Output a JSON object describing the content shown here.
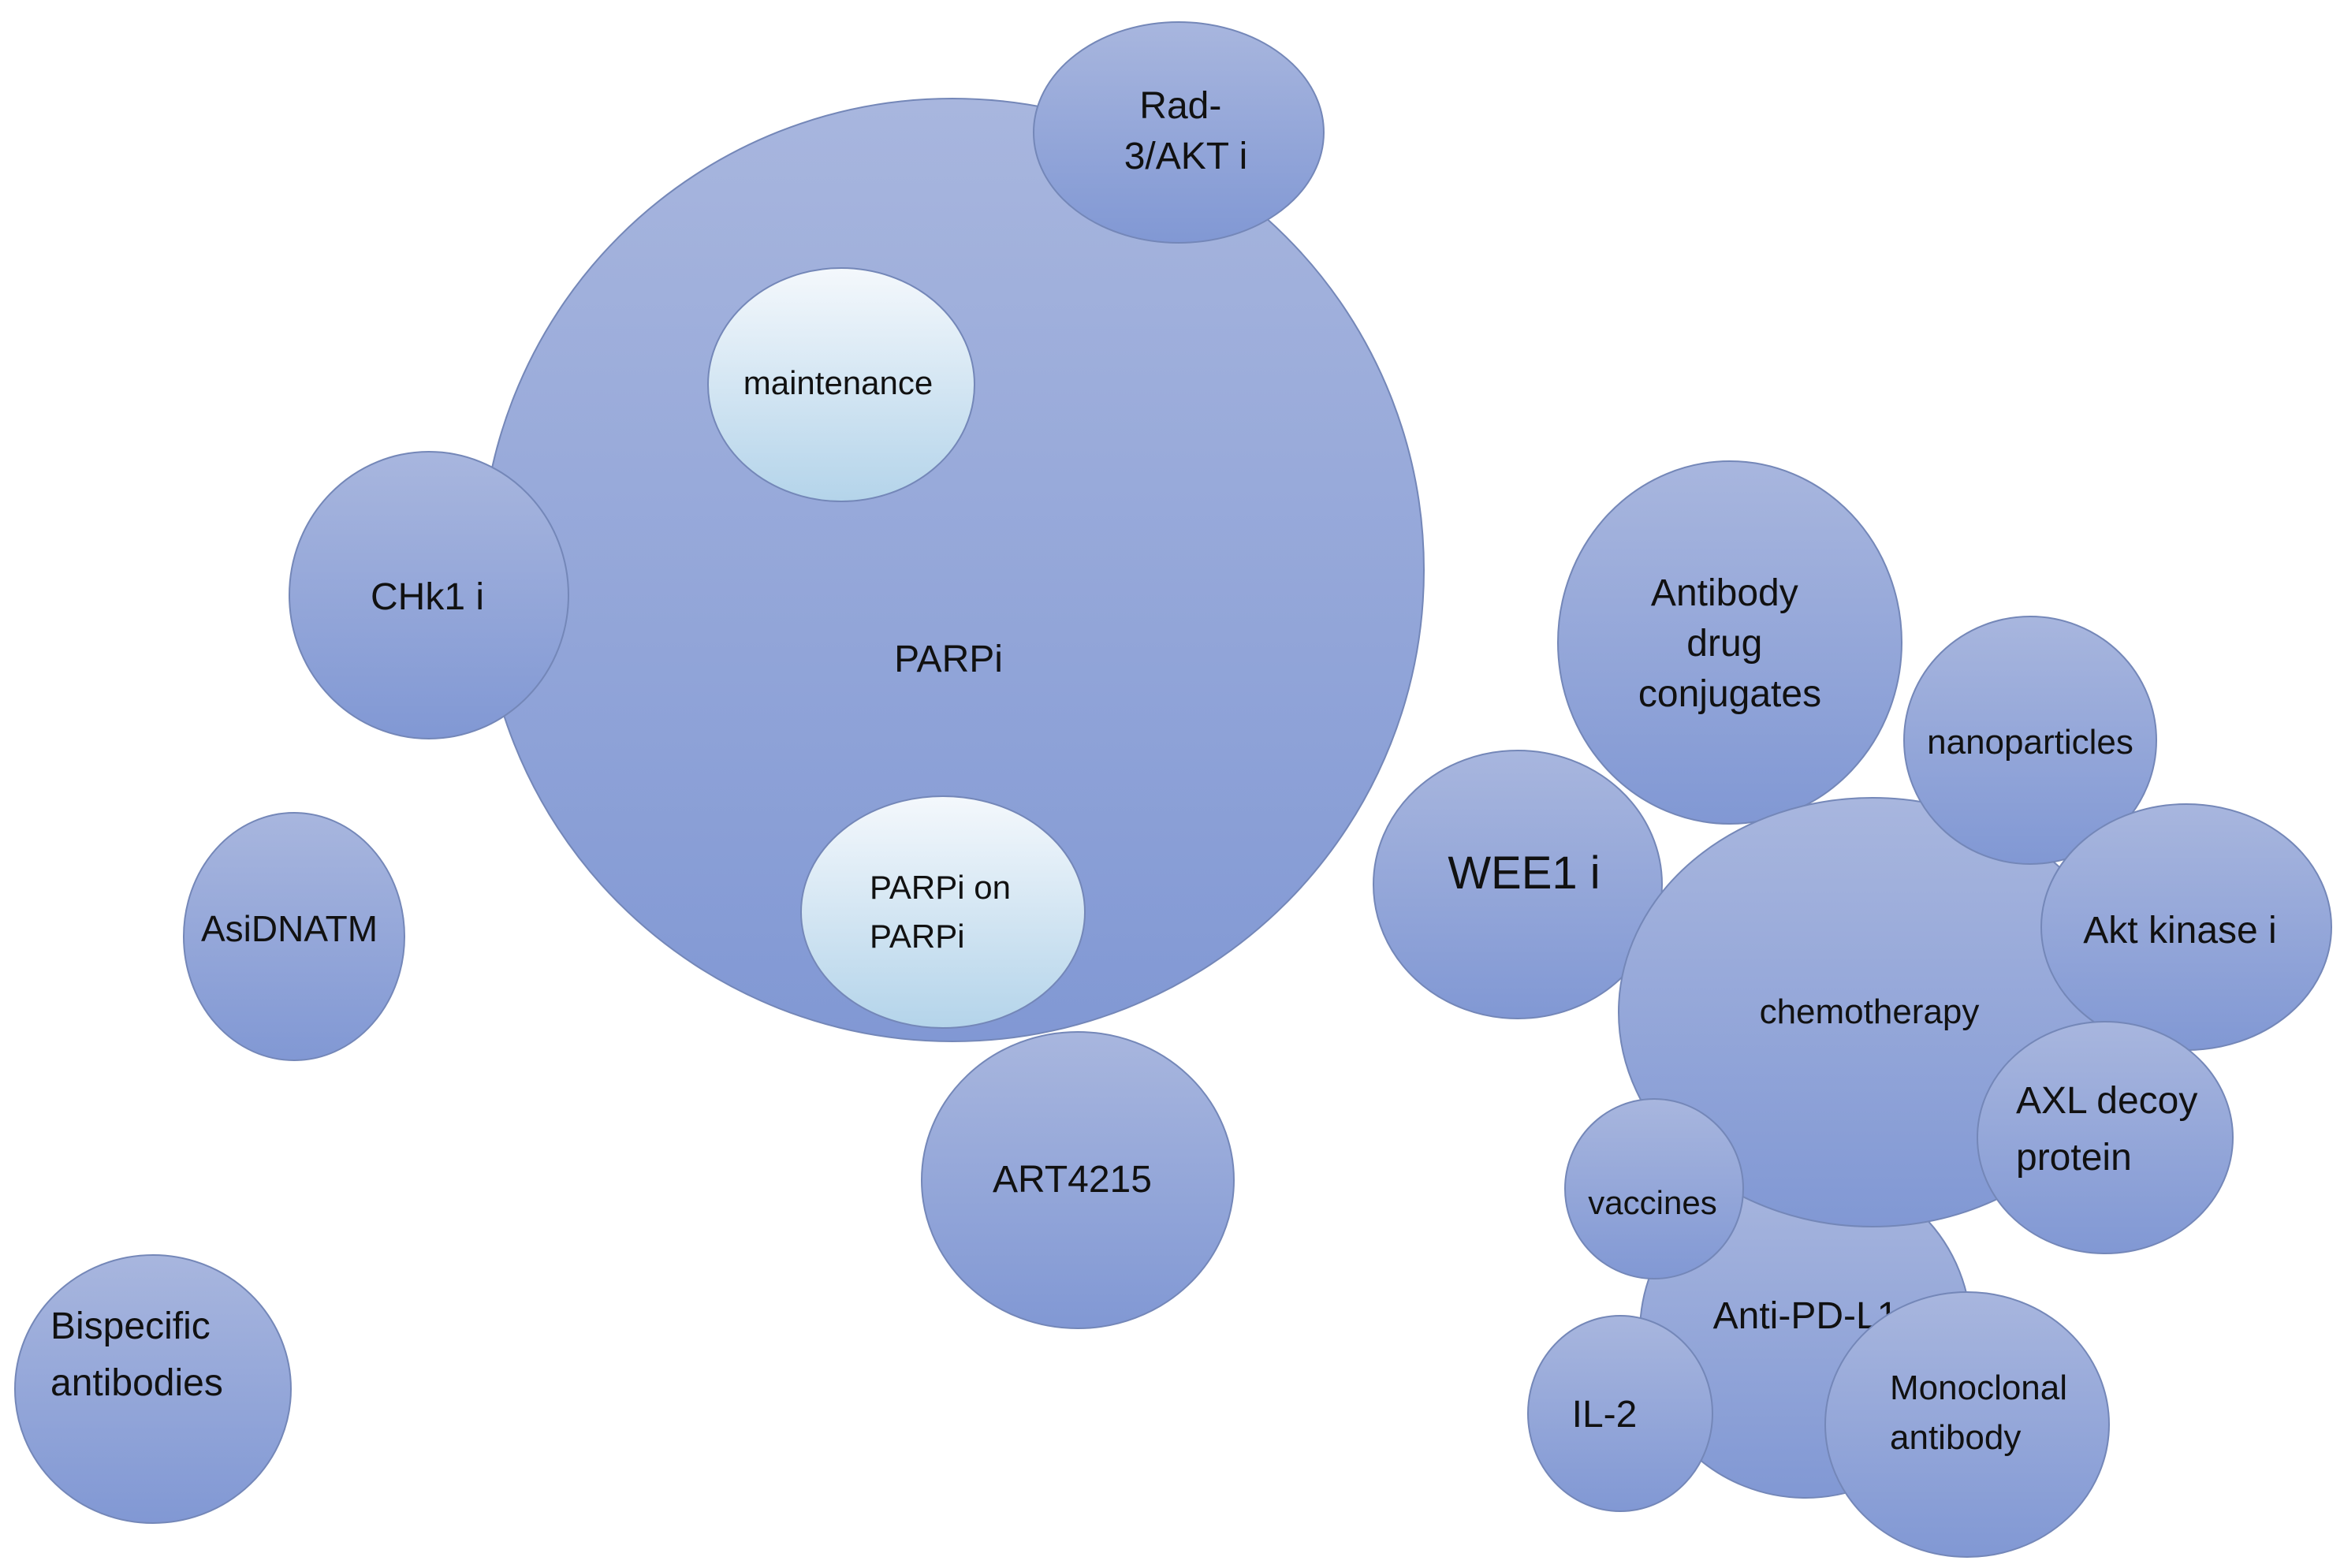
{
  "diagram": {
    "bubbles": {
      "parpi": "PARPi",
      "maintenance": "maintenance",
      "parpi_on_parpi": [
        "PARPi on",
        "PARPi"
      ],
      "rad3_akt": [
        "Rad-",
        "3/AKT i"
      ],
      "chk1": "CHk1 i",
      "art4215": "ART4215",
      "asidnatm": "AsiDNATM",
      "bispecific": [
        "Bispecific",
        "antibodies"
      ],
      "antibody_drug": [
        "Antibody",
        "drug",
        "conjugates"
      ],
      "nanoparticles": "nanoparticles",
      "wee1": "WEE1 i",
      "chemotherapy": "chemotherapy",
      "akt_kinase": "Akt kinase i",
      "axl_decoy": [
        "AXL decoy",
        "protein"
      ],
      "vaccines": "vaccines",
      "anti_pd_l1": "Anti-PD-L1",
      "il2": "IL-2",
      "monoclonal": [
        "Monoclonal",
        "antibody"
      ]
    }
  }
}
